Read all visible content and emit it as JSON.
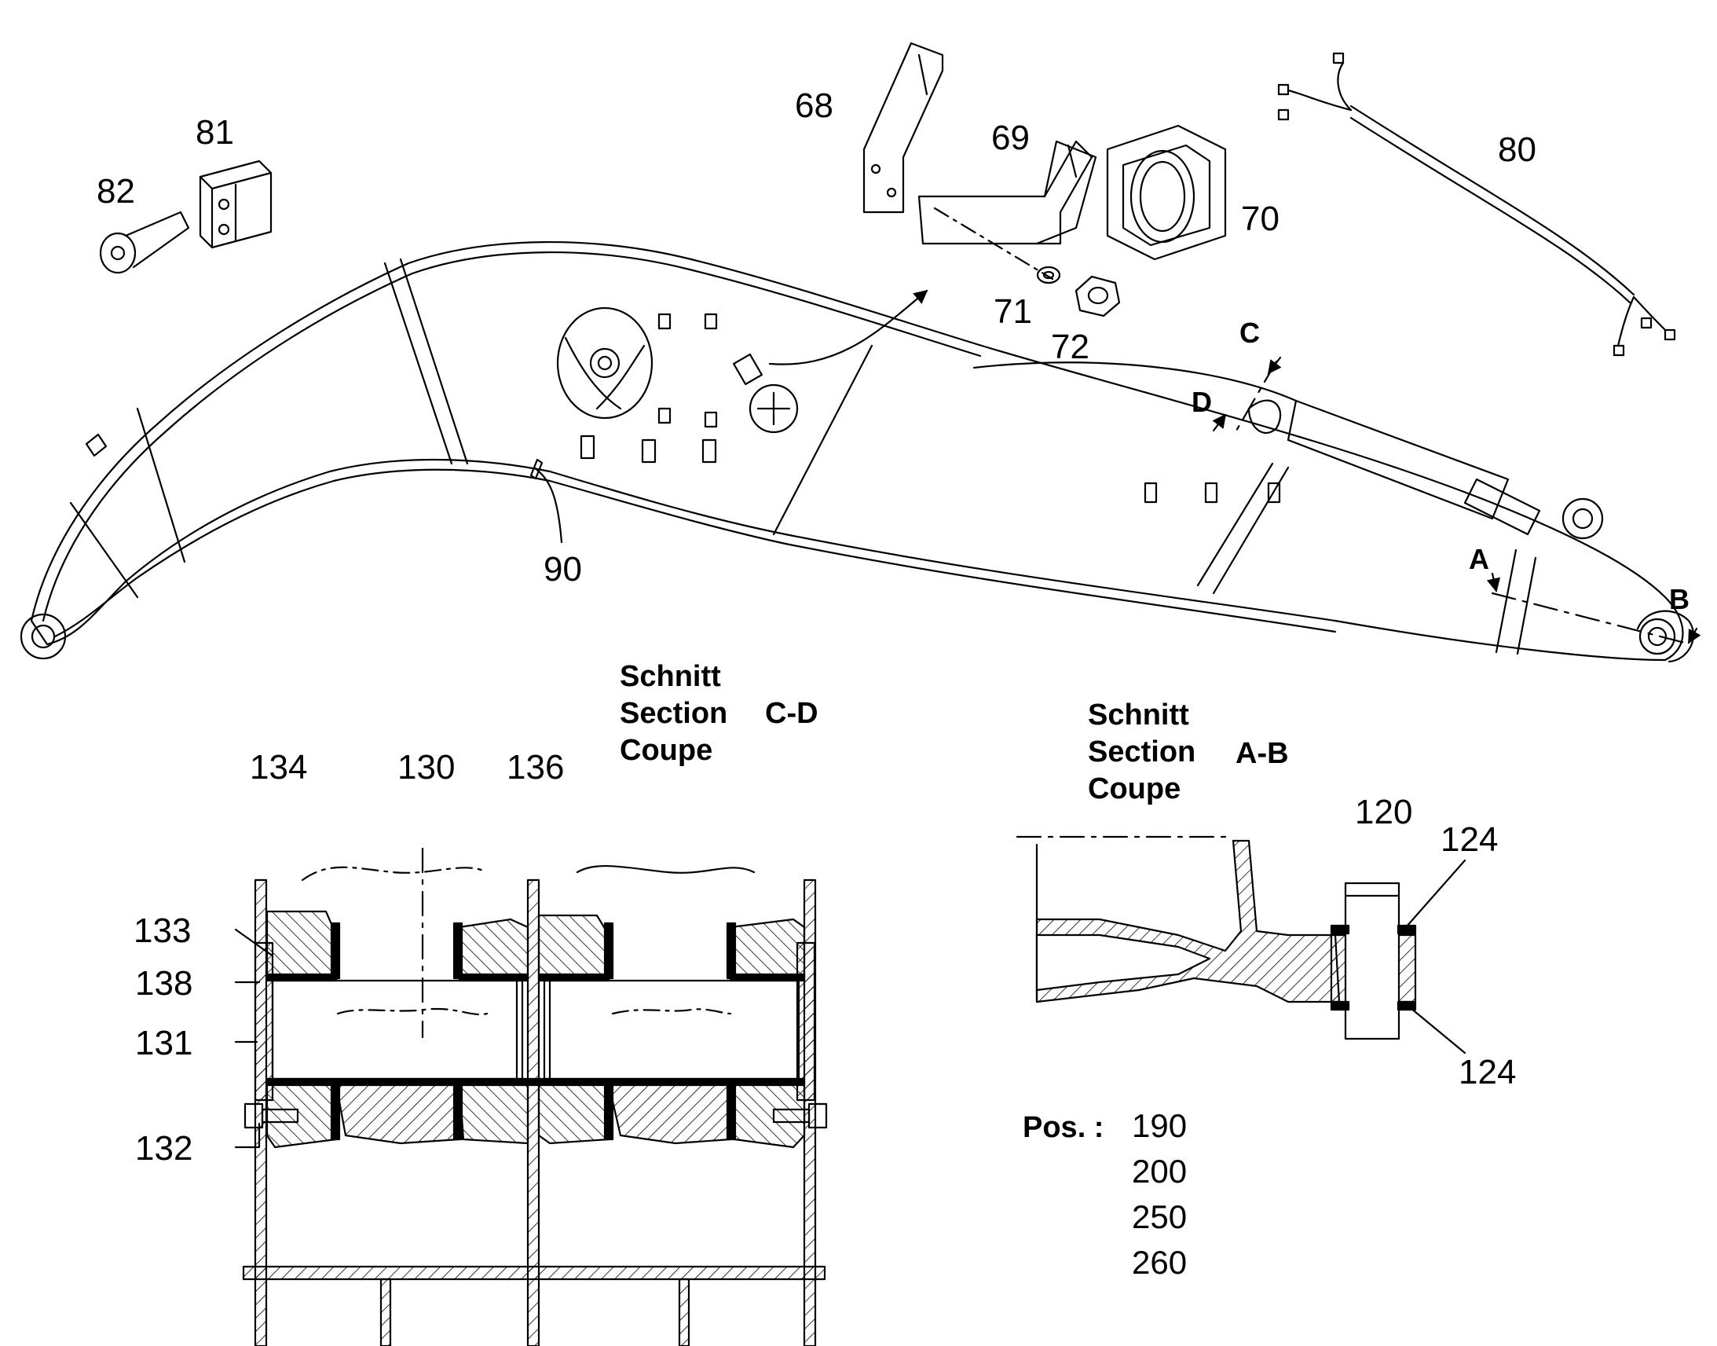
{
  "callouts": {
    "p68": "68",
    "p69": "69",
    "p70": "70",
    "p71": "71",
    "p72": "72",
    "p80": "80",
    "p81": "81",
    "p82": "82",
    "p90": "90",
    "p120": "120",
    "p124a": "124",
    "p124b": "124",
    "p130": "130",
    "p131": "131",
    "p132": "132",
    "p133": "133",
    "p134": "134",
    "p136": "136",
    "p138": "138"
  },
  "section_markers": {
    "a": "A",
    "b": "B",
    "c": "C",
    "d": "D"
  },
  "section_cd": {
    "line1": "Schnitt",
    "line2": "Section",
    "line3": "Coupe",
    "id": "C-D"
  },
  "section_ab": {
    "line1": "Schnitt",
    "line2": "Section",
    "line3": "Coupe",
    "id": "A-B"
  },
  "positions": {
    "label": "Pos. :",
    "values": [
      "190",
      "200",
      "250",
      "260"
    ]
  }
}
